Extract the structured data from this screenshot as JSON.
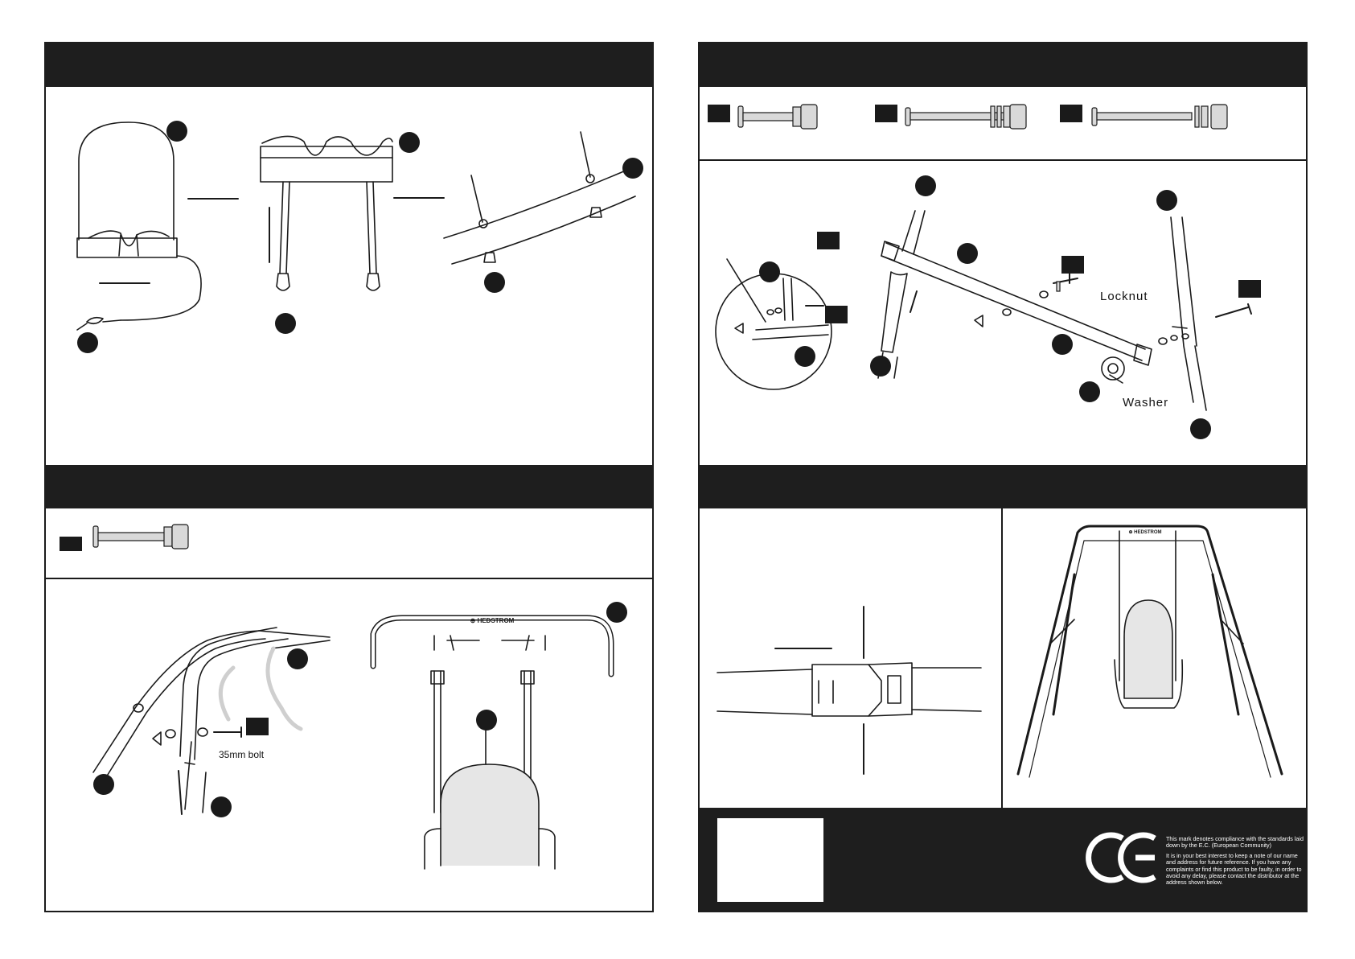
{
  "labels": {
    "bolt_length": "35mm  bolt",
    "locknut": "Locknut",
    "washer": "Washer"
  },
  "brand": {
    "logo_text": "HEDSTROM"
  },
  "ce_notice": {
    "mark": "CE",
    "line1": "This mark denotes compliance with the standards laid down by the E.C. (European Community)",
    "line2": "It is in your best interest to keep a note of our name and address for future reference. If you have any complaints or find this product to be faulty, in order to avoid any delay, please contact the distributor at the address shown below."
  },
  "colors": {
    "header_bar": "#1e1e1e",
    "seat_fill": "#e6e6e6",
    "line_art": "#1a1a1a"
  }
}
